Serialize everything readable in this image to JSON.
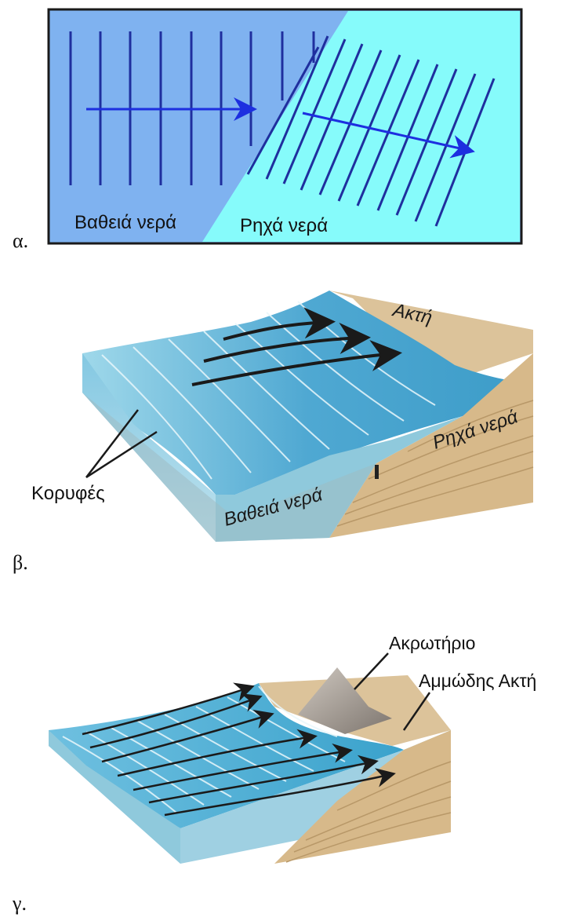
{
  "panels": [
    {
      "letter": "α.",
      "deep_label": "Βαθειά νερά",
      "shallow_label": "Ρηχά νερά"
    },
    {
      "letter": "β.",
      "shore_label": "Ακτή",
      "shallow_label": "Ρηχά νερά",
      "deep_label": "Βαθειά νερά",
      "crests_label": "Κορυφές"
    },
    {
      "letter": "γ.",
      "headland_label": "Ακρωτήριο",
      "beach_label": "Αμμώδης Ακτή"
    }
  ],
  "colors": {
    "deep": "#7fb2f0",
    "shallow": "#86fbfb",
    "wave_line": "#1f2f9e",
    "arrow_blue": "#1d2fe0",
    "water_3d": "#5fb6d8",
    "sand": "#dcc39a",
    "sand_strata": "#b89868",
    "black_arrow": "#1a1a1a"
  }
}
